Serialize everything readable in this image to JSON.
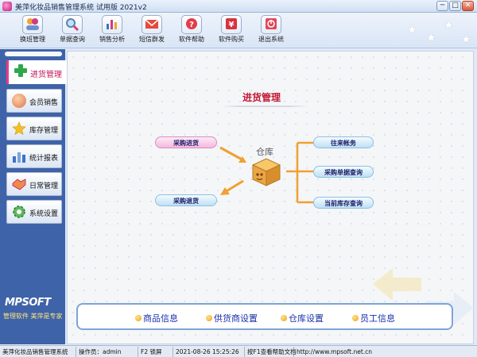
{
  "window": {
    "title": "美萍化妆品销售管理系统 试用版 2021v2",
    "buttons": {
      "minimize": "─",
      "maximize": "□",
      "close": "✕"
    }
  },
  "toolbar": {
    "items": [
      {
        "label": "换班管理",
        "icon": "user-switch-icon",
        "glyph": "👥"
      },
      {
        "label": "单据查询",
        "icon": "magnifier-icon",
        "glyph": "🔍"
      },
      {
        "label": "销售分析",
        "icon": "bar-chart-icon",
        "glyph": "▮"
      },
      {
        "label": "短信群发",
        "icon": "envelope-icon",
        "glyph": "✉"
      },
      {
        "label": "软件帮助",
        "icon": "help-icon",
        "glyph": "?"
      },
      {
        "label": "软件购买",
        "icon": "yen-icon",
        "glyph": "¥"
      },
      {
        "label": "退出系统",
        "icon": "exit-icon",
        "glyph": "⏻"
      }
    ]
  },
  "sidebar": {
    "active": {
      "label": "进货管理",
      "icon": "plus-icon"
    },
    "items": [
      {
        "label": "会员销售",
        "icon": "member-icon"
      },
      {
        "label": "库存管理",
        "icon": "star-icon"
      },
      {
        "label": "统计报表",
        "icon": "report-icon"
      },
      {
        "label": "日常管理",
        "icon": "handshake-icon"
      },
      {
        "label": "系统设置",
        "icon": "gear-icon"
      }
    ],
    "logo": "MPSOFT",
    "slogan": "管理软件 美萍是专家"
  },
  "main": {
    "title": "进货管理",
    "warehouse": "仓库",
    "left_actions": [
      "采购进货",
      "采购退货"
    ],
    "right_actions": [
      "往来帐务",
      "采购单据查询",
      "当前库存查询"
    ],
    "quick_links": [
      "商品信息",
      "供货商设置",
      "仓库设置",
      "员工信息"
    ]
  },
  "status": {
    "app_name": "美萍化妆品销售管理系统",
    "operator": "操作员：admin",
    "lock": "F2 锁屏",
    "datetime": "2021-08-26 15:25:26",
    "help": "按F1查看帮助文档",
    "website": "http://www.mpsoft.net.cn"
  },
  "colors": {
    "sidebar_bg": "#3f63a8",
    "title_red": "#c21834",
    "pill_pink": "#f4b8dd",
    "pill_blue": "#bfe0f4",
    "link_blue": "#1a2fa8",
    "arrow_orange": "#f0a030"
  }
}
